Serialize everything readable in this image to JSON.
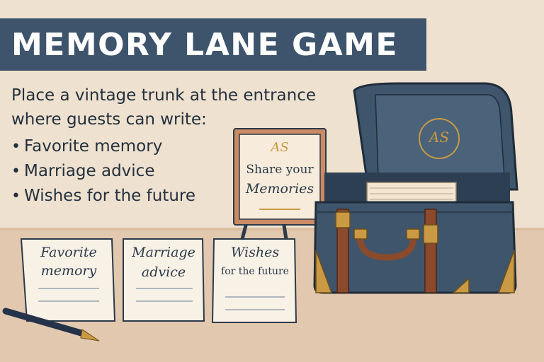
{
  "title": "MEMORY LANE GAME",
  "intro": "Place a vintage trunk at the entrance where guests can write:",
  "bullets": [
    "Favorite memory",
    "Marriage advice",
    "Wishes for the future"
  ],
  "sign": {
    "monogram": "AS",
    "line1": "Share your",
    "line2": "Memories"
  },
  "cards": [
    {
      "line1": "Favorite",
      "line2": "memory"
    },
    {
      "line1": "Marriage",
      "line2": "advice"
    },
    {
      "line1": "Wishes",
      "line2": "for the future"
    }
  ],
  "trunk_monogram": "AS",
  "icons": [
    "trunk-icon",
    "pen-icon",
    "easel-icon"
  ],
  "colors": {
    "banner": "#3d546c",
    "trunk": "#3f556c",
    "strap": "#8a4a2b",
    "brass": "#c99a43",
    "text": "#23313f"
  }
}
